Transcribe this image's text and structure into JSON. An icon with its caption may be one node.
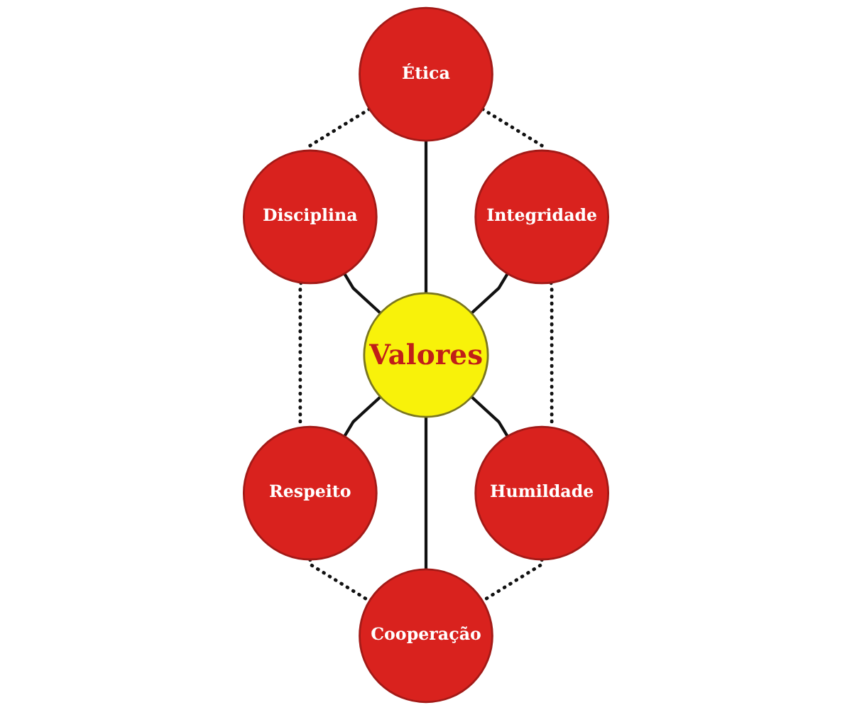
{
  "diagram": {
    "nodes": [
      {
        "text": [
          "Ética"
        ]
      },
      {
        "text": [
          "Disciplina"
        ]
      },
      {
        "text": [
          "Integridade"
        ]
      },
      {
        "text": [
          "Valores"
        ]
      },
      {
        "text": [
          "Respeito"
        ]
      },
      {
        "text": [
          "Humildade"
        ]
      },
      {
        "text": [
          "Cooperação"
        ]
      }
    ],
    "edges": [
      {
        "from": 0,
        "to": 1,
        "arrow": "none",
        "style": "dashed"
      },
      {
        "from": 0,
        "to": 3,
        "arrow": "none"
      },
      {
        "from": 0,
        "to": 2,
        "arrow": "none",
        "style": "dashed"
      },
      {
        "from": 1,
        "to": 4,
        "arrow": "none",
        "style": "dashed"
      },
      {
        "from": 1,
        "to": 3,
        "arrow": "none"
      },
      {
        "from": 4,
        "to": 6,
        "arrow": "none",
        "style": "dashed"
      },
      {
        "from": 3,
        "to": 4,
        "arrow": "none"
      },
      {
        "from": 3,
        "to": 6,
        "arrow": "none"
      },
      {
        "from": 3,
        "to": 5,
        "arrow": "none"
      },
      {
        "from": 5,
        "to": 6,
        "arrow": "none",
        "style": "dashed"
      },
      {
        "from": 2,
        "to": 3,
        "arrow": "none"
      },
      {
        "from": 2,
        "to": 5,
        "arrow": "none",
        "style": "dashed"
      }
    ]
  }
}
